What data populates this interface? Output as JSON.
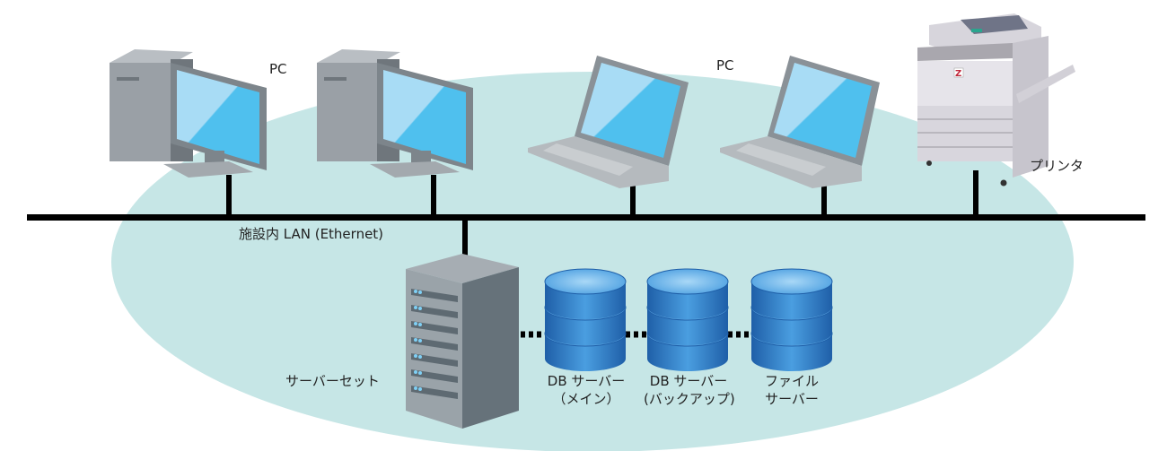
{
  "labels": {
    "pc_desktop": "PC",
    "pc_laptop": "PC",
    "printer": "プリンタ",
    "lan": "施設内 LAN (Ethernet)",
    "server_set": "サーバーセット",
    "db_main": [
      "DB サーバー",
      "（メイン）"
    ],
    "db_backup": [
      "DB サーバー",
      "(バックアップ)"
    ],
    "file_server": [
      "ファイル",
      "サーバー"
    ]
  },
  "printer_logo": "Z",
  "colors": {
    "network_area": "#c6e6e6",
    "lan_line": "#000000",
    "db_blue": "#2f7fc8",
    "screen": "#4fc0ee"
  }
}
